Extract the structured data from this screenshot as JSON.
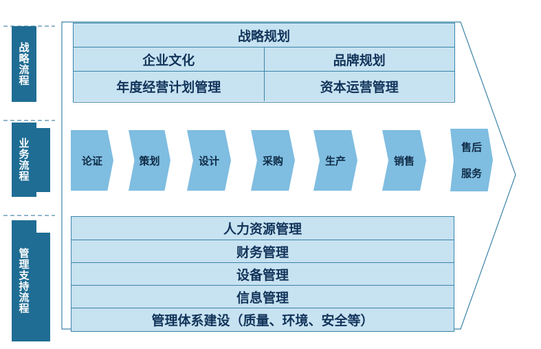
{
  "left_tabs": {
    "strategy": "战略流程",
    "business": "业务流程",
    "management": "管理支持流程"
  },
  "top_band": {
    "title": "战略规划",
    "row2": [
      "企业文化",
      "品牌规划"
    ],
    "row3": [
      "年度经营计划管理",
      "资本运营管理"
    ]
  },
  "chevrons": [
    "论证",
    "策划",
    "设计",
    "采购",
    "生产",
    "销售",
    {
      "line1": "售后",
      "line2": "服务"
    }
  ],
  "bottom_band": [
    "人力资源管理",
    "财务管理",
    "设备管理",
    "信息管理",
    "管理体系建设（质量、环境、安全等）"
  ],
  "colors": {
    "tab_blue": "#1f6d94",
    "cell_fill": "#c7e2f1",
    "chevron_fill": "#7fbde1",
    "border_blue": "#3b83a8"
  }
}
